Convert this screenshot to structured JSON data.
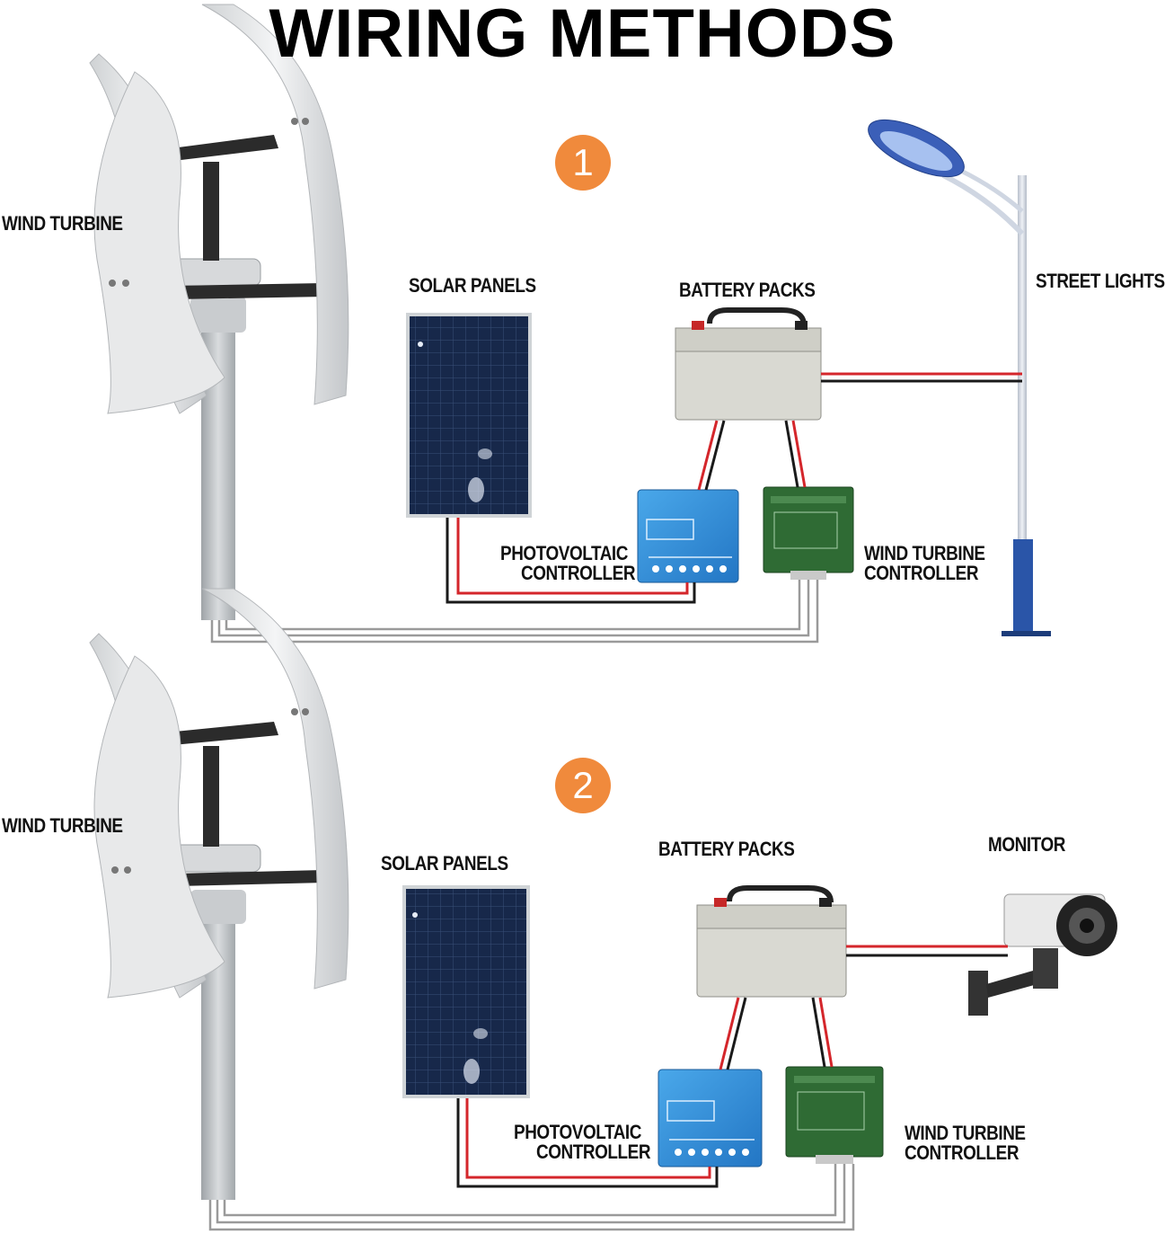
{
  "title": "WIRING METHODS",
  "colors": {
    "badge": "#f08a3c",
    "wire_red": "#d4262b",
    "wire_black": "#1a1a1a",
    "wire_gray": "#9a9a9a",
    "panel": "#15233d",
    "pv_controller": "#2f8fd8",
    "wind_controller": "#2e6b35",
    "battery": "#dcdcd6",
    "lamp_pole": "#d8dde8",
    "lamp_base": "#2a55a8"
  },
  "diagrams": [
    {
      "badge": "1",
      "wind_turbine": "WIND TURBINE",
      "solar_panels": "SOLAR PANELS",
      "battery_packs": "BATTERY PACKS",
      "pv_controller": [
        "PHOTOVOLTAIC",
        "CONTROLLER"
      ],
      "wind_controller": [
        "WIND TURBINE",
        "CONTROLLER"
      ],
      "load": "STREET LIGHTS",
      "load_icon": "street-light-icon"
    },
    {
      "badge": "2",
      "wind_turbine": "WIND TURBINE",
      "solar_panels": "SOLAR PANELS",
      "battery_packs": "BATTERY PACKS",
      "pv_controller": [
        "PHOTOVOLTAIC",
        "CONTROLLER"
      ],
      "wind_controller": [
        "WIND TURBINE",
        "CONTROLLER"
      ],
      "load": "MONITOR",
      "load_icon": "security-camera-icon"
    }
  ]
}
